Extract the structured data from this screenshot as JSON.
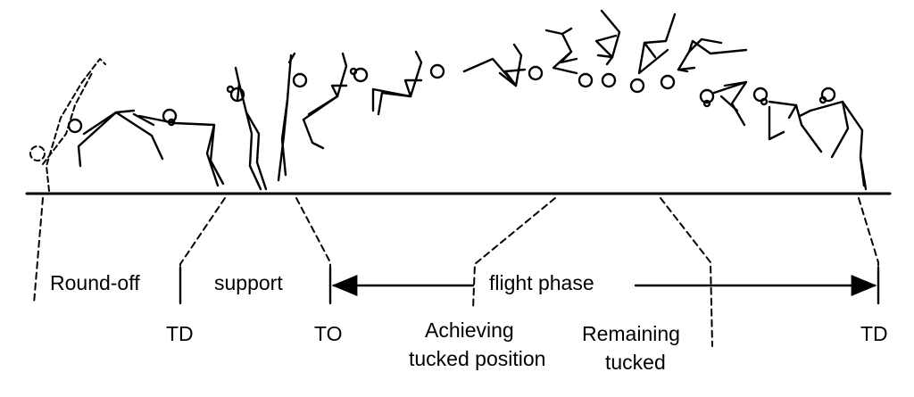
{
  "labels": {
    "round_off": "Round-off",
    "support": "support",
    "flight_phase": "flight phase",
    "td_first": "TD",
    "to": "TO",
    "achieving": "Achieving",
    "tucked_position": "tucked position",
    "remaining": "Remaining",
    "tucked": "tucked",
    "td_last": "TD"
  },
  "colors": {
    "ink": "#000000",
    "background": "#ffffff"
  }
}
